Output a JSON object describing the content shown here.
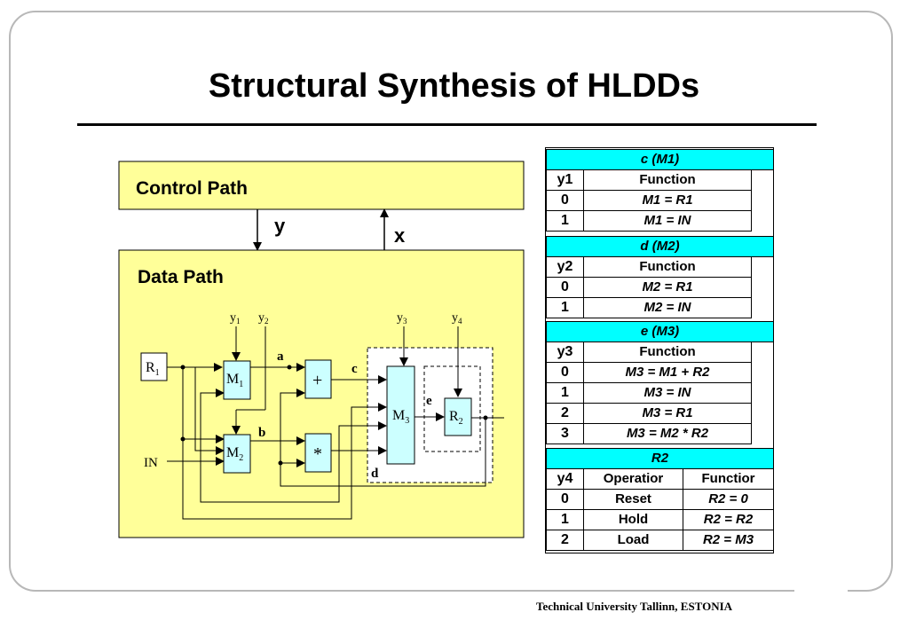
{
  "slide": {
    "title": "Structural Synthesis of HLDDs",
    "footer": "Technical University Tallinn, ESTONIA"
  },
  "diagram": {
    "control_path": "Control Path",
    "data_path": "Data Path",
    "signal_y": "y",
    "signal_x": "x",
    "labels": {
      "r1": "R",
      "r1_sub": "1",
      "r2": "R",
      "r2_sub": "2",
      "m1": "M",
      "m1_sub": "1",
      "m2": "M",
      "m2_sub": "2",
      "m3": "M",
      "m3_sub": "3",
      "in": "IN",
      "plus": "+",
      "times": "*",
      "a": "a",
      "b": "b",
      "c": "c",
      "d": "d",
      "e": "e",
      "y1": "y",
      "y1_sub": "1",
      "y2": "y",
      "y2_sub": "2",
      "y3": "y",
      "y3_sub": "3",
      "y4": "y",
      "y4_sub": "4"
    }
  },
  "tables": {
    "t1": {
      "header": "c (M1)",
      "col_idx": "y1",
      "col_fn": "Function",
      "rows": [
        {
          "idx": "0",
          "fn": "M1 = R1"
        },
        {
          "idx": "1",
          "fn": "M1 = IN"
        }
      ]
    },
    "t2": {
      "header": "d (M2)",
      "col_idx": "y2",
      "col_fn": "Function",
      "rows": [
        {
          "idx": "0",
          "fn": "M2 = R1"
        },
        {
          "idx": "1",
          "fn": "M2 = IN"
        }
      ]
    },
    "t3": {
      "header": "e (M3)",
      "col_idx": "y3",
      "col_fn": "Function",
      "rows": [
        {
          "idx": "0",
          "fn": "M3 = M1 + R2"
        },
        {
          "idx": "1",
          "fn": "M3 = IN"
        },
        {
          "idx": "2",
          "fn": "M3 = R1"
        },
        {
          "idx": "3",
          "fn": "M3 = M2 * R2"
        }
      ]
    },
    "t4": {
      "header": "R2",
      "col_idx": "y4",
      "col_op": "Operatior",
      "col_fn": "Functior",
      "rows": [
        {
          "idx": "0",
          "op": "Reset",
          "fn": "R2 = 0"
        },
        {
          "idx": "1",
          "op": "Hold",
          "fn": "R2 = R2"
        },
        {
          "idx": "2",
          "op": "Load",
          "fn": "R2 = M3"
        }
      ]
    }
  }
}
